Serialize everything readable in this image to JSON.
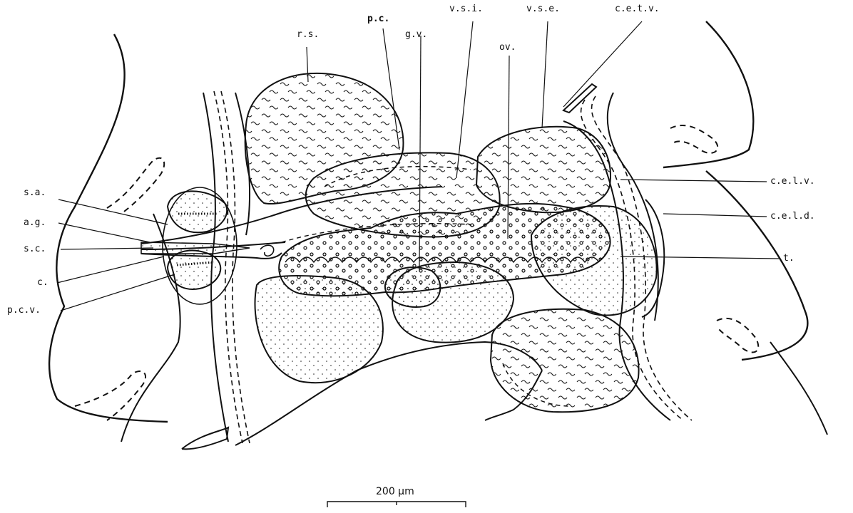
{
  "figure": {
    "labels": {
      "rs": "r.s.",
      "pc": "p.c.",
      "gv": "g.v.",
      "vsi": "v.s.i.",
      "vse": "v.s.e.",
      "ov": "ov.",
      "cetv": "c.e.t.v.",
      "celv": "c.e.l.v.",
      "celd": "c.e.l.d.",
      "t": "t.",
      "sa": "s.a.",
      "ag": "a.g.",
      "sc": "s.c.",
      "c": "c.",
      "pcv": "p.c.v."
    },
    "scale_bar": {
      "label": "200 μm"
    }
  }
}
